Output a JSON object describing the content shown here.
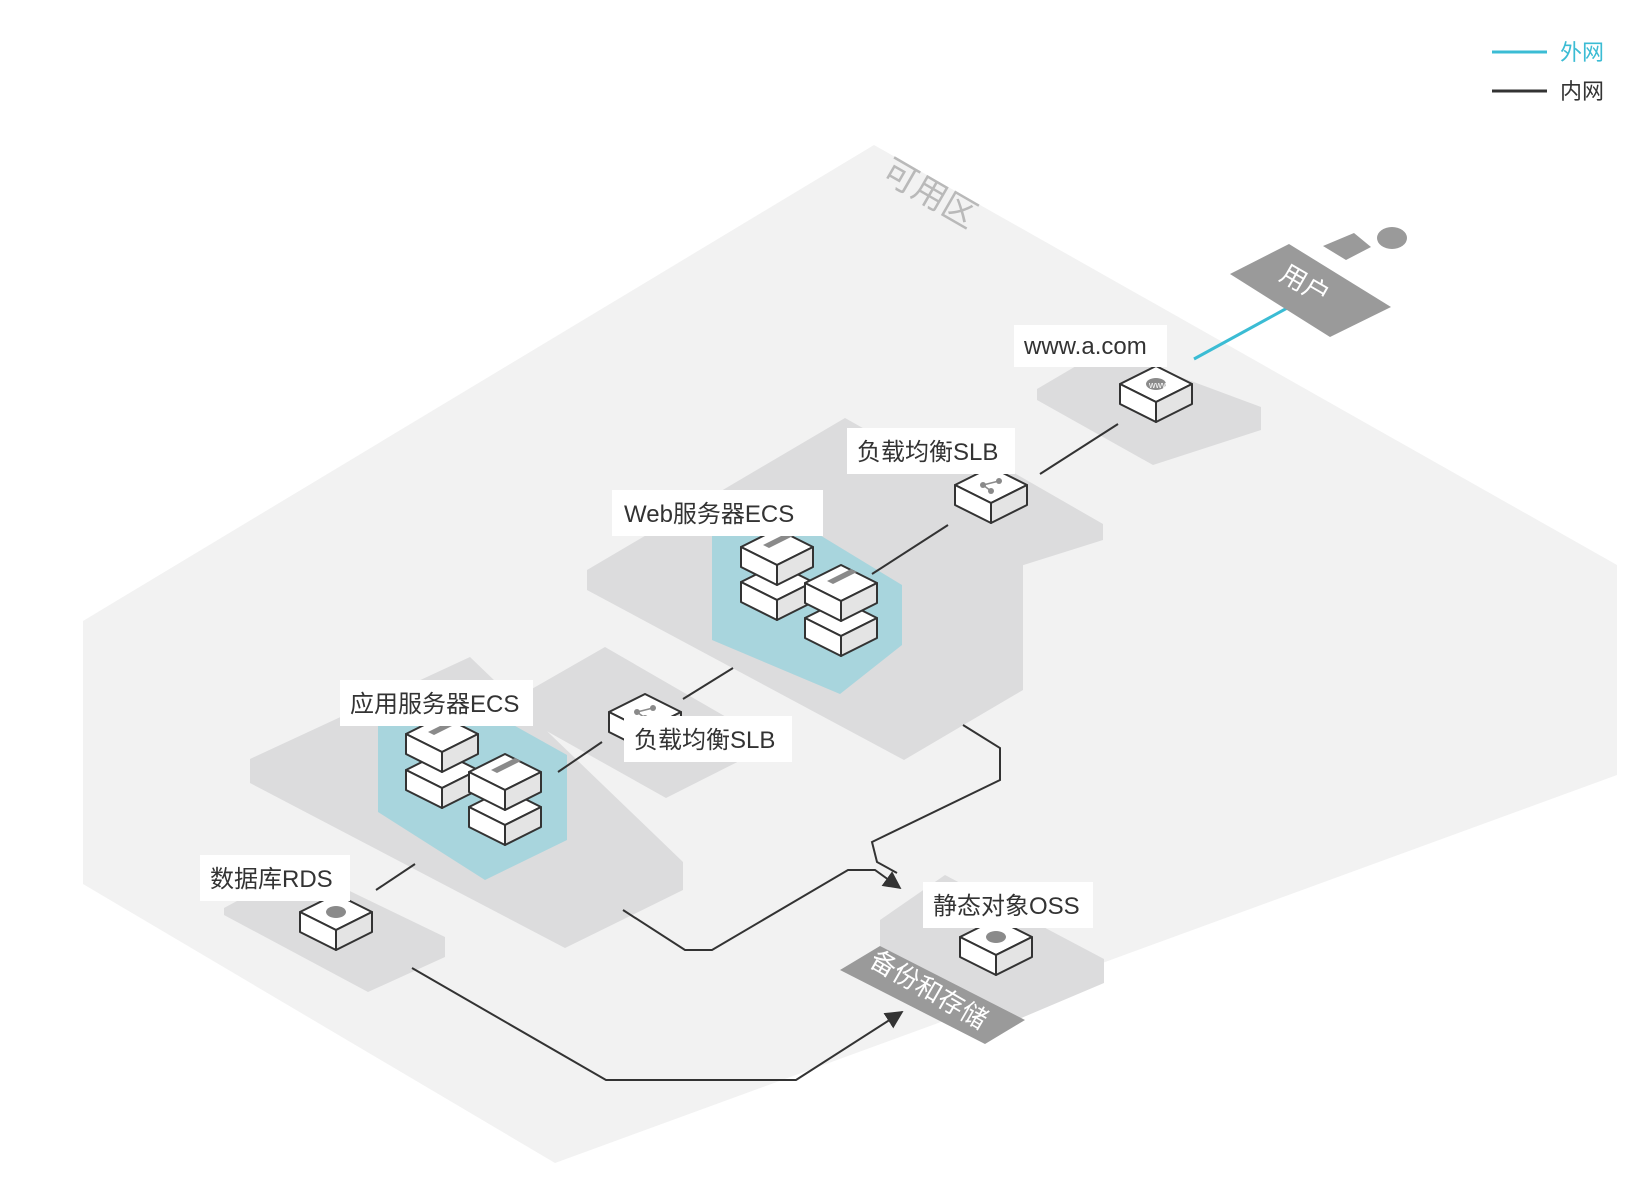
{
  "legend": {
    "external": {
      "label": "外网",
      "color": "#3bbcd4"
    },
    "internal": {
      "label": "内网",
      "color": "#333333"
    }
  },
  "zone": {
    "label": "可用区"
  },
  "user": {
    "label": "用户"
  },
  "nodes": {
    "dns": {
      "label": "www.a.com",
      "icon": "dns-icon"
    },
    "slb_web": {
      "label": "负载均衡SLB",
      "icon": "load-balancer-icon"
    },
    "web_ecs": {
      "label": "Web服务器ECS",
      "icon": "server-icon"
    },
    "slb_app": {
      "label": "负载均衡SLB",
      "icon": "load-balancer-icon"
    },
    "app_ecs": {
      "label": "应用服务器ECS",
      "icon": "server-icon"
    },
    "rds": {
      "label": "数据库RDS",
      "icon": "database-icon"
    },
    "oss": {
      "label": "静态对象OSS",
      "icon": "storage-icon"
    }
  },
  "backup": {
    "label": "备份和存储"
  },
  "colors": {
    "zone_fill": "#f2f2f2",
    "platform_fill": "#dcdcdd",
    "cluster_fill": "#9fd4dd",
    "tag_fill": "#9a9a9a",
    "line": "#333333",
    "external_line": "#3bbcd4"
  }
}
